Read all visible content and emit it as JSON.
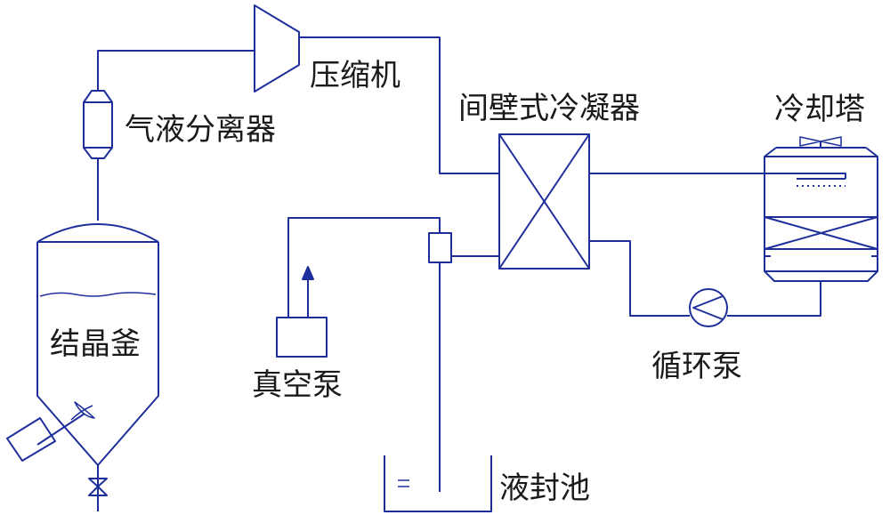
{
  "labels": {
    "compressor": "压缩机",
    "separator": "气液分离器",
    "crystallizer": "结晶釜",
    "condenser": "间壁式冷凝器",
    "cooling_tower": "冷却塔",
    "vacuum_pump": "真空泵",
    "circulation_pump": "循环泵",
    "seal_pool": "液封池"
  },
  "colors": {
    "line": "#1e2f9c",
    "text": "#1a1a1a"
  }
}
